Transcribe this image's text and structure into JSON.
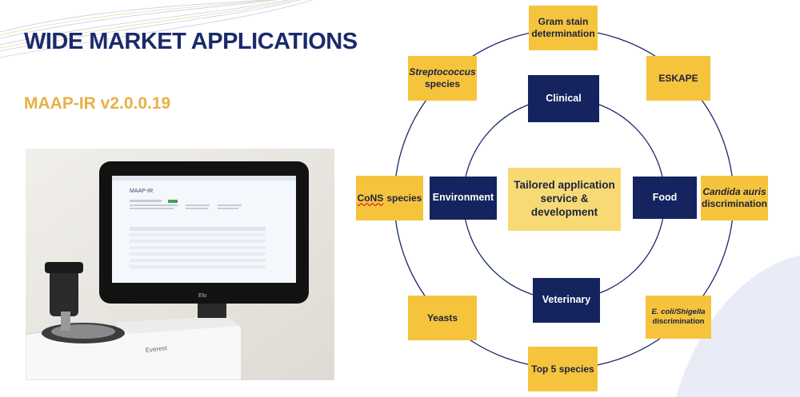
{
  "slide": {
    "title": "WIDE MARKET APPLICATIONS",
    "subtitle": "MAAP-IR v2.0.0.19"
  },
  "photo": {
    "screen_app_title": "MAAP-IR",
    "monitor_brand": "Elo",
    "device_name": "Everest"
  },
  "diagram": {
    "center": "Tailored application service & development",
    "inner": {
      "clinical": "Clinical",
      "environment": "Environment",
      "food": "Food",
      "veterinary": "Veterinary"
    },
    "outer": {
      "gram_stain": "Gram stain determination",
      "eskape": "ESKAPE",
      "candida_italic": "Candida auris",
      "candida_rest": "discrimination",
      "ecoli_italic": "E. coli/Shigella",
      "ecoli_rest": "discrimination",
      "top5": "Top 5 species",
      "yeasts": "Yeasts",
      "cons_word": "CoNS",
      "cons_rest": "species",
      "strep_italic": "Streptococcus",
      "strep_rest": "species"
    }
  },
  "colors": {
    "navy": "#15245e",
    "yellow": "#f5c43c",
    "center_yellow": "#f8da74",
    "title": "#1b2a6b",
    "subtitle": "#e8b048"
  }
}
